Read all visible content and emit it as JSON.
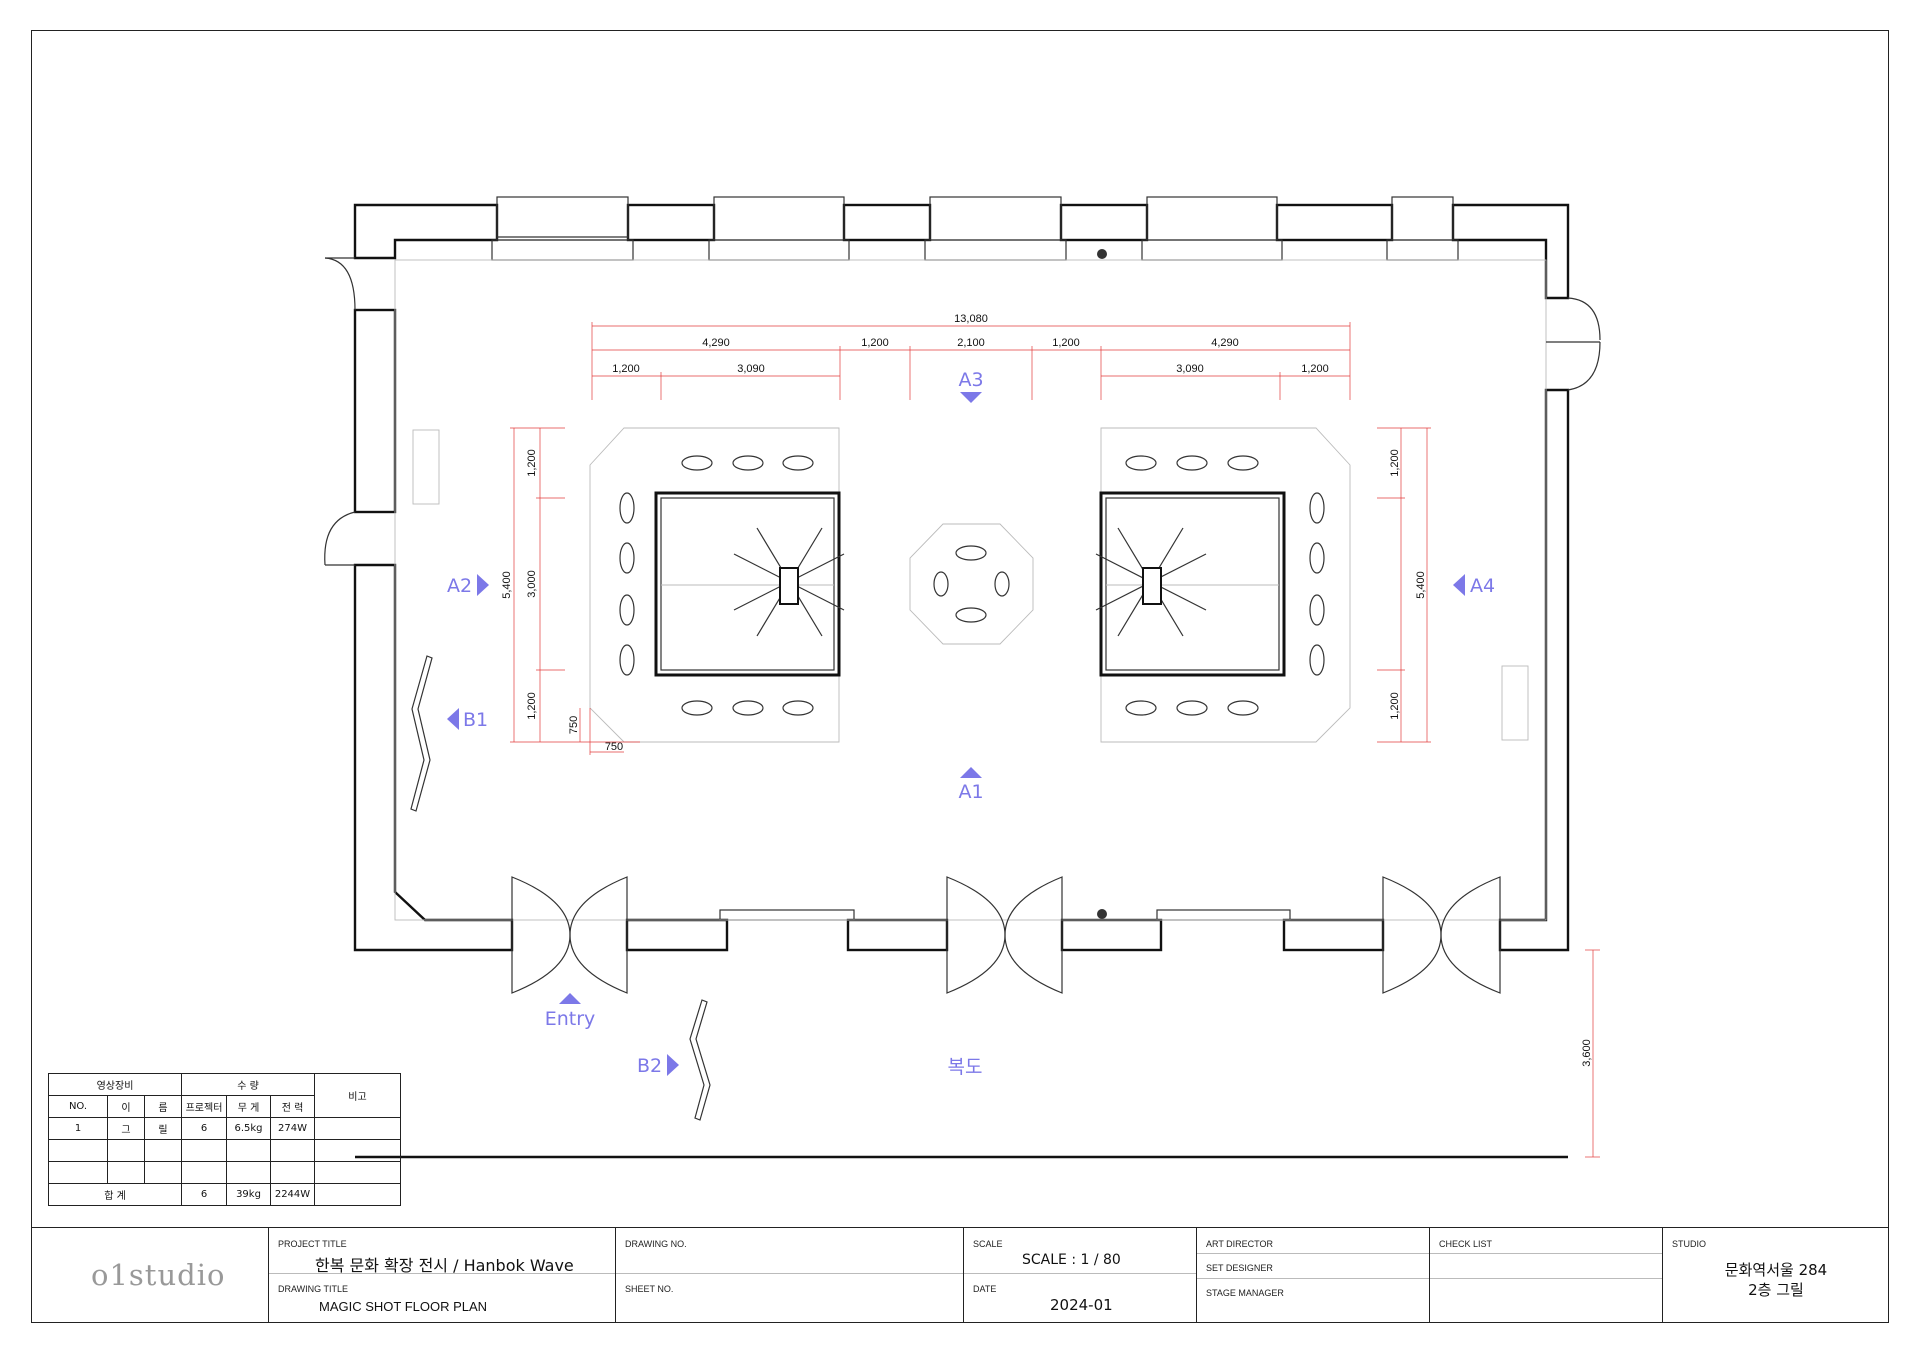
{
  "markers": {
    "a1": "A1",
    "a2": "A2",
    "a3": "A3",
    "a4": "A4",
    "b1": "B1",
    "b2": "B2",
    "entry": "Entry",
    "corridor": "복도"
  },
  "dimensions": {
    "total_width": "13,080",
    "top_row": [
      "4,290",
      "1,200",
      "2,100",
      "1,200",
      "4,290"
    ],
    "second_row_left": [
      "1,200",
      "3,090"
    ],
    "second_row_right": [
      "3,090",
      "1,200"
    ],
    "left_vertical": [
      "1,200",
      "3,000",
      "1,200"
    ],
    "left_total": "5,400",
    "right_vertical": [
      "1,200",
      "1,200"
    ],
    "right_total": "5,400",
    "corner_v": "750",
    "corner_h": "750",
    "corridor_depth": "3,600"
  },
  "equipment_table": {
    "header_group": "영상장비",
    "header_qty": "수 량",
    "header_note": "비고",
    "col_no": "NO.",
    "col_name_1": "이",
    "col_name_2": "름",
    "col_projector": "프로젝터",
    "col_weight": "무 게",
    "col_power": "전 력",
    "row1": {
      "no": "1",
      "name_1": "그",
      "name_2": "릴",
      "projector": "6",
      "weight": "6.5kg",
      "power": "274W"
    },
    "total_label": "합 계",
    "total_projector": "6",
    "total_weight": "39kg",
    "total_power": "2244W"
  },
  "title_block": {
    "logo": "o1studio",
    "project_title_label": "PROJECT TITLE",
    "project_title": "한복 문화 확장 전시 / Hanbok Wave",
    "drawing_title_label": "DRAWING TITLE",
    "drawing_title": "MAGIC SHOT FLOOR PLAN",
    "drawing_no_label": "DRAWING NO.",
    "sheet_no_label": "SHEET NO.",
    "scale_label": "SCALE",
    "scale": "SCALE : 1 / 80",
    "date_label": "DATE",
    "date": "2024-01",
    "art_director_label": "ART DIRECTOR",
    "set_designer_label": "SET DESIGNER",
    "stage_manager_label": "STAGE MANAGER",
    "check_list_label": "CHECK LIST",
    "studio_label": "STUDIO",
    "studio_line1": "문화역서울 284",
    "studio_line2": "2층 그릴"
  },
  "colors": {
    "marker": "#7c78e8",
    "dimension": "#e23b3b",
    "wall": "#111111"
  }
}
